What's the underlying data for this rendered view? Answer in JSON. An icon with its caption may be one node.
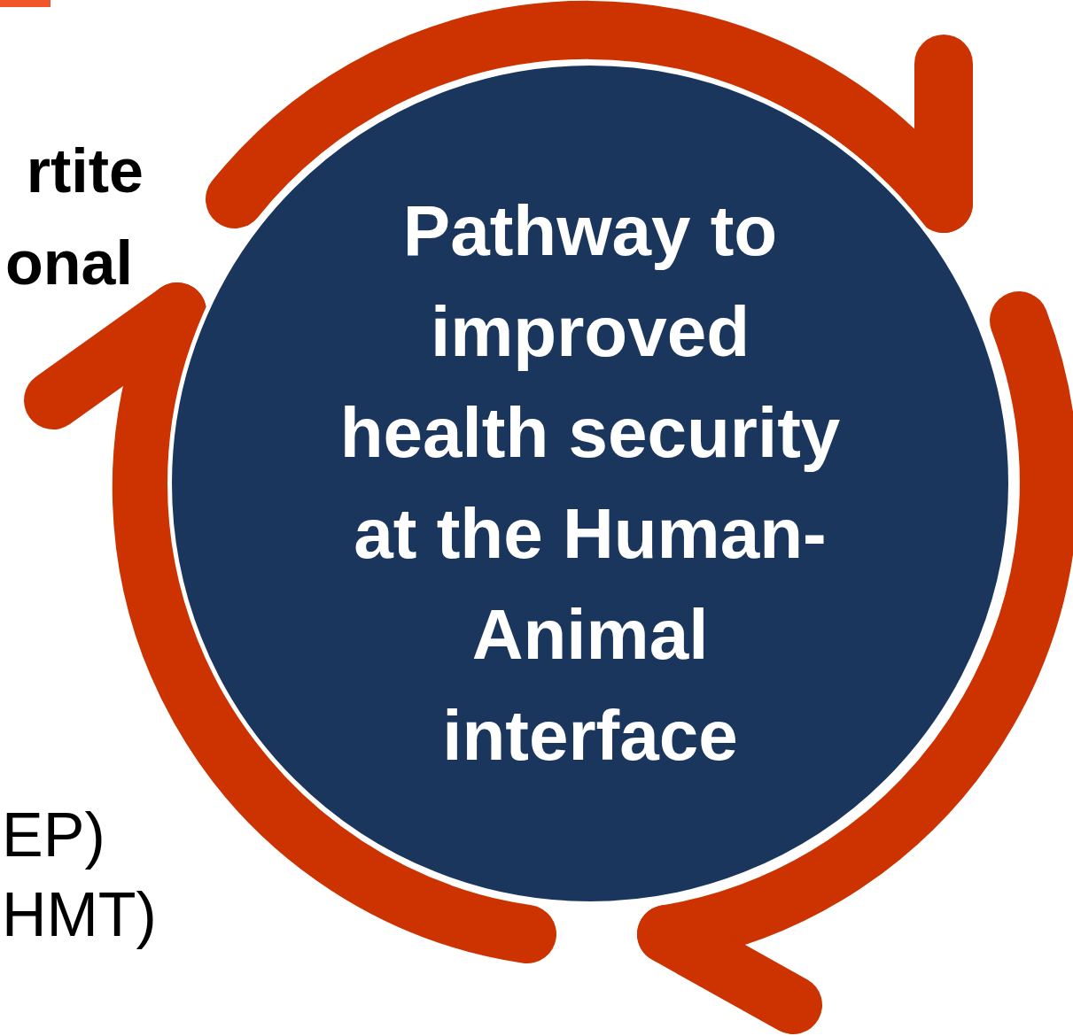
{
  "diagram": {
    "nodes": [
      {
        "text": [
          "Pathway to improved health security at the Human-Animal interface"
        ]
      }
    ],
    "edges": [],
    "labels": [
      "rtite",
      "onal",
      "EP)",
      "HMT)"
    ]
  }
}
